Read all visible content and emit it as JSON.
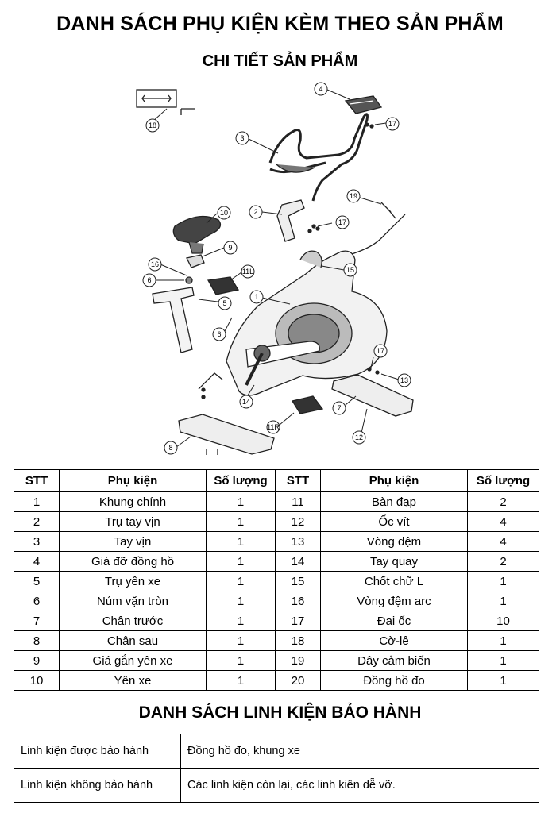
{
  "title": "DANH SÁCH PHỤ KIỆN KÈM THEO SẢN PHẨM",
  "subtitle": "CHI TIẾT SẢN PHẨM",
  "diagram": {
    "callouts": [
      "1",
      "2",
      "3",
      "4",
      "5",
      "6",
      "6",
      "7",
      "8",
      "9",
      "10",
      "11L",
      "11R",
      "12",
      "13",
      "15",
      "16",
      "17",
      "17",
      "17",
      "18",
      "19",
      "14"
    ]
  },
  "parts_table": {
    "headers": [
      "STT",
      "Phụ kiện",
      "Số lượng",
      "STT",
      "Phụ kiện",
      "Số lượng"
    ],
    "rows": [
      [
        "1",
        "Khung chính",
        "1",
        "11",
        "Bàn đạp",
        "2"
      ],
      [
        "2",
        "Trụ tay vịn",
        "1",
        "12",
        "Ốc vít",
        "4"
      ],
      [
        "3",
        "Tay vịn",
        "1",
        "13",
        "Vòng đệm",
        "4"
      ],
      [
        "4",
        "Giá đỡ đồng hồ",
        "1",
        "14",
        "Tay quay",
        "2"
      ],
      [
        "5",
        "Trụ yên xe",
        "1",
        "15",
        "Chốt chữ L",
        "1"
      ],
      [
        "6",
        "Núm vặn tròn",
        "1",
        "16",
        "Vòng đệm arc",
        "1"
      ],
      [
        "7",
        "Chân trước",
        "1",
        "17",
        "Đai ốc",
        "10"
      ],
      [
        "8",
        "Chân sau",
        "1",
        "18",
        "Cờ-lê",
        "1"
      ],
      [
        "9",
        "Giá gắn yên xe",
        "1",
        "19",
        "Dây cảm biến",
        "1"
      ],
      [
        "10",
        "Yên xe",
        "1",
        "20",
        "Đồng hồ đo",
        "1"
      ]
    ]
  },
  "warranty_title": "DANH SÁCH LINH KIỆN BẢO HÀNH",
  "warranty_table": {
    "rows": [
      [
        "Linh kiện được bảo hành",
        "Đồng hồ đo, khung xe"
      ],
      [
        "Linh kiện không bảo hành",
        "Các linh kiện còn lại, các linh kiên dễ vỡ."
      ]
    ]
  }
}
